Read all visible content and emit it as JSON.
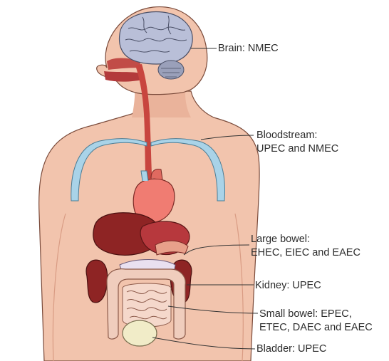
{
  "labels": {
    "brain": "Brain: NMEC",
    "bloodstream_1": "Bloodstream:",
    "bloodstream_2": "UPEC and NMEC",
    "large_bowel_1": "Large bowel:",
    "large_bowel_2": "EHEC, EIEC and EAEC",
    "kidney": "Kidney: UPEC",
    "small_bowel_1": "Small bowel: EPEC,",
    "small_bowel_2": "ETEC, DAEC and EAEC",
    "bladder": "Bladder: UPEC"
  },
  "colors": {
    "skin": "#f2c4ad",
    "skin_dark": "#e3a98e",
    "brain": "#b9bfd8",
    "vessel": "#a9d3e8",
    "organ_red": "#b7383d",
    "organ_dark": "#8e2424",
    "intestine": "#f0cdbd",
    "bladder": "#f1ecc8",
    "leader_line": "#333333"
  }
}
